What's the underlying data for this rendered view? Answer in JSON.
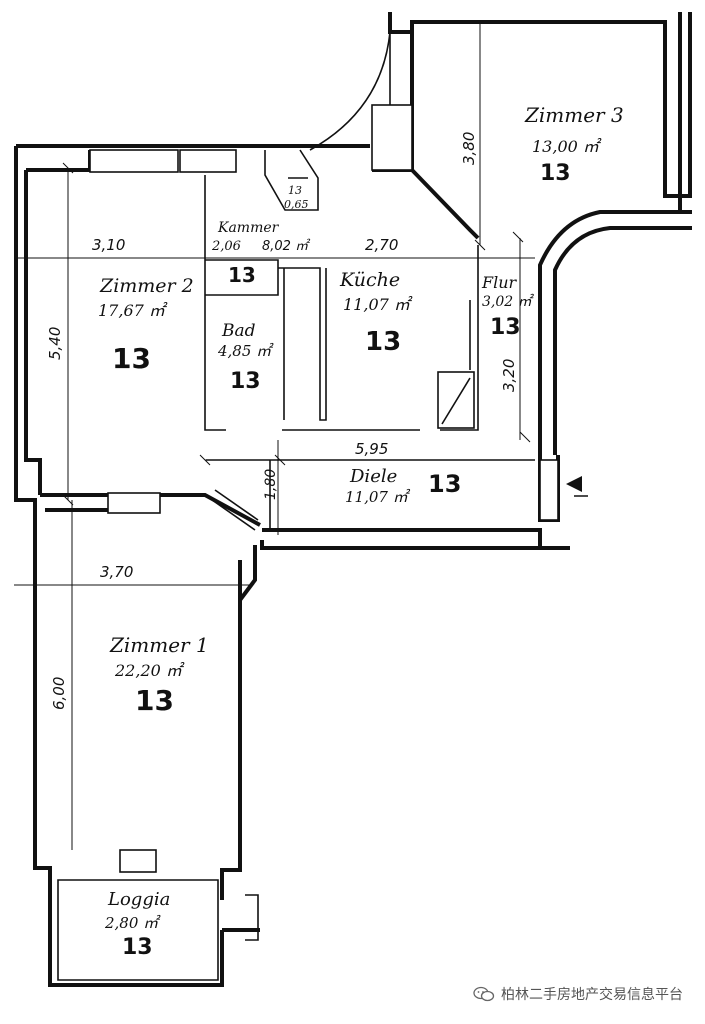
{
  "rooms": {
    "zimmer3": {
      "name": "Zimmer 3",
      "area": "13,00 ㎡",
      "code": "13"
    },
    "zimmer2": {
      "name": "Zimmer 2",
      "area": "17,67 ㎡",
      "code": "13"
    },
    "kammer": {
      "name": "Kammer",
      "area": "2,06",
      "code": "13"
    },
    "bad": {
      "name": "Bad",
      "area": "4,85 ㎡",
      "code": "13"
    },
    "kueche": {
      "name": "Küche",
      "area": "11,07 ㎡",
      "code": "13"
    },
    "flur": {
      "name": "Flur",
      "area": "3,02 ㎡",
      "code": "13"
    },
    "diele": {
      "name": "Diele",
      "area": "11,07 ㎡",
      "code": "13"
    },
    "zimmer1": {
      "name": "Zimmer 1",
      "area": "22,20 ㎡",
      "code": "13"
    },
    "loggia": {
      "name": "Loggia",
      "area": "2,80 ㎡",
      "code": "13"
    },
    "wc": {
      "area_top": "13",
      "area_bottom": "0,65"
    }
  },
  "dimensions": {
    "z2_width": "3,10",
    "z2_depth": "5,40",
    "kitchen_width": "2,70",
    "kammer_extra": "8,02 ㎡",
    "z3_depth": "3,80",
    "flur_depth": "3,20",
    "diele_width": "5,95",
    "diele_depth": "1,80",
    "z1_width": "3,70",
    "z1_depth": "6,00"
  },
  "watermark": {
    "text": "柏林二手房地产交易信息平台",
    "icon": "wechat-icon"
  }
}
